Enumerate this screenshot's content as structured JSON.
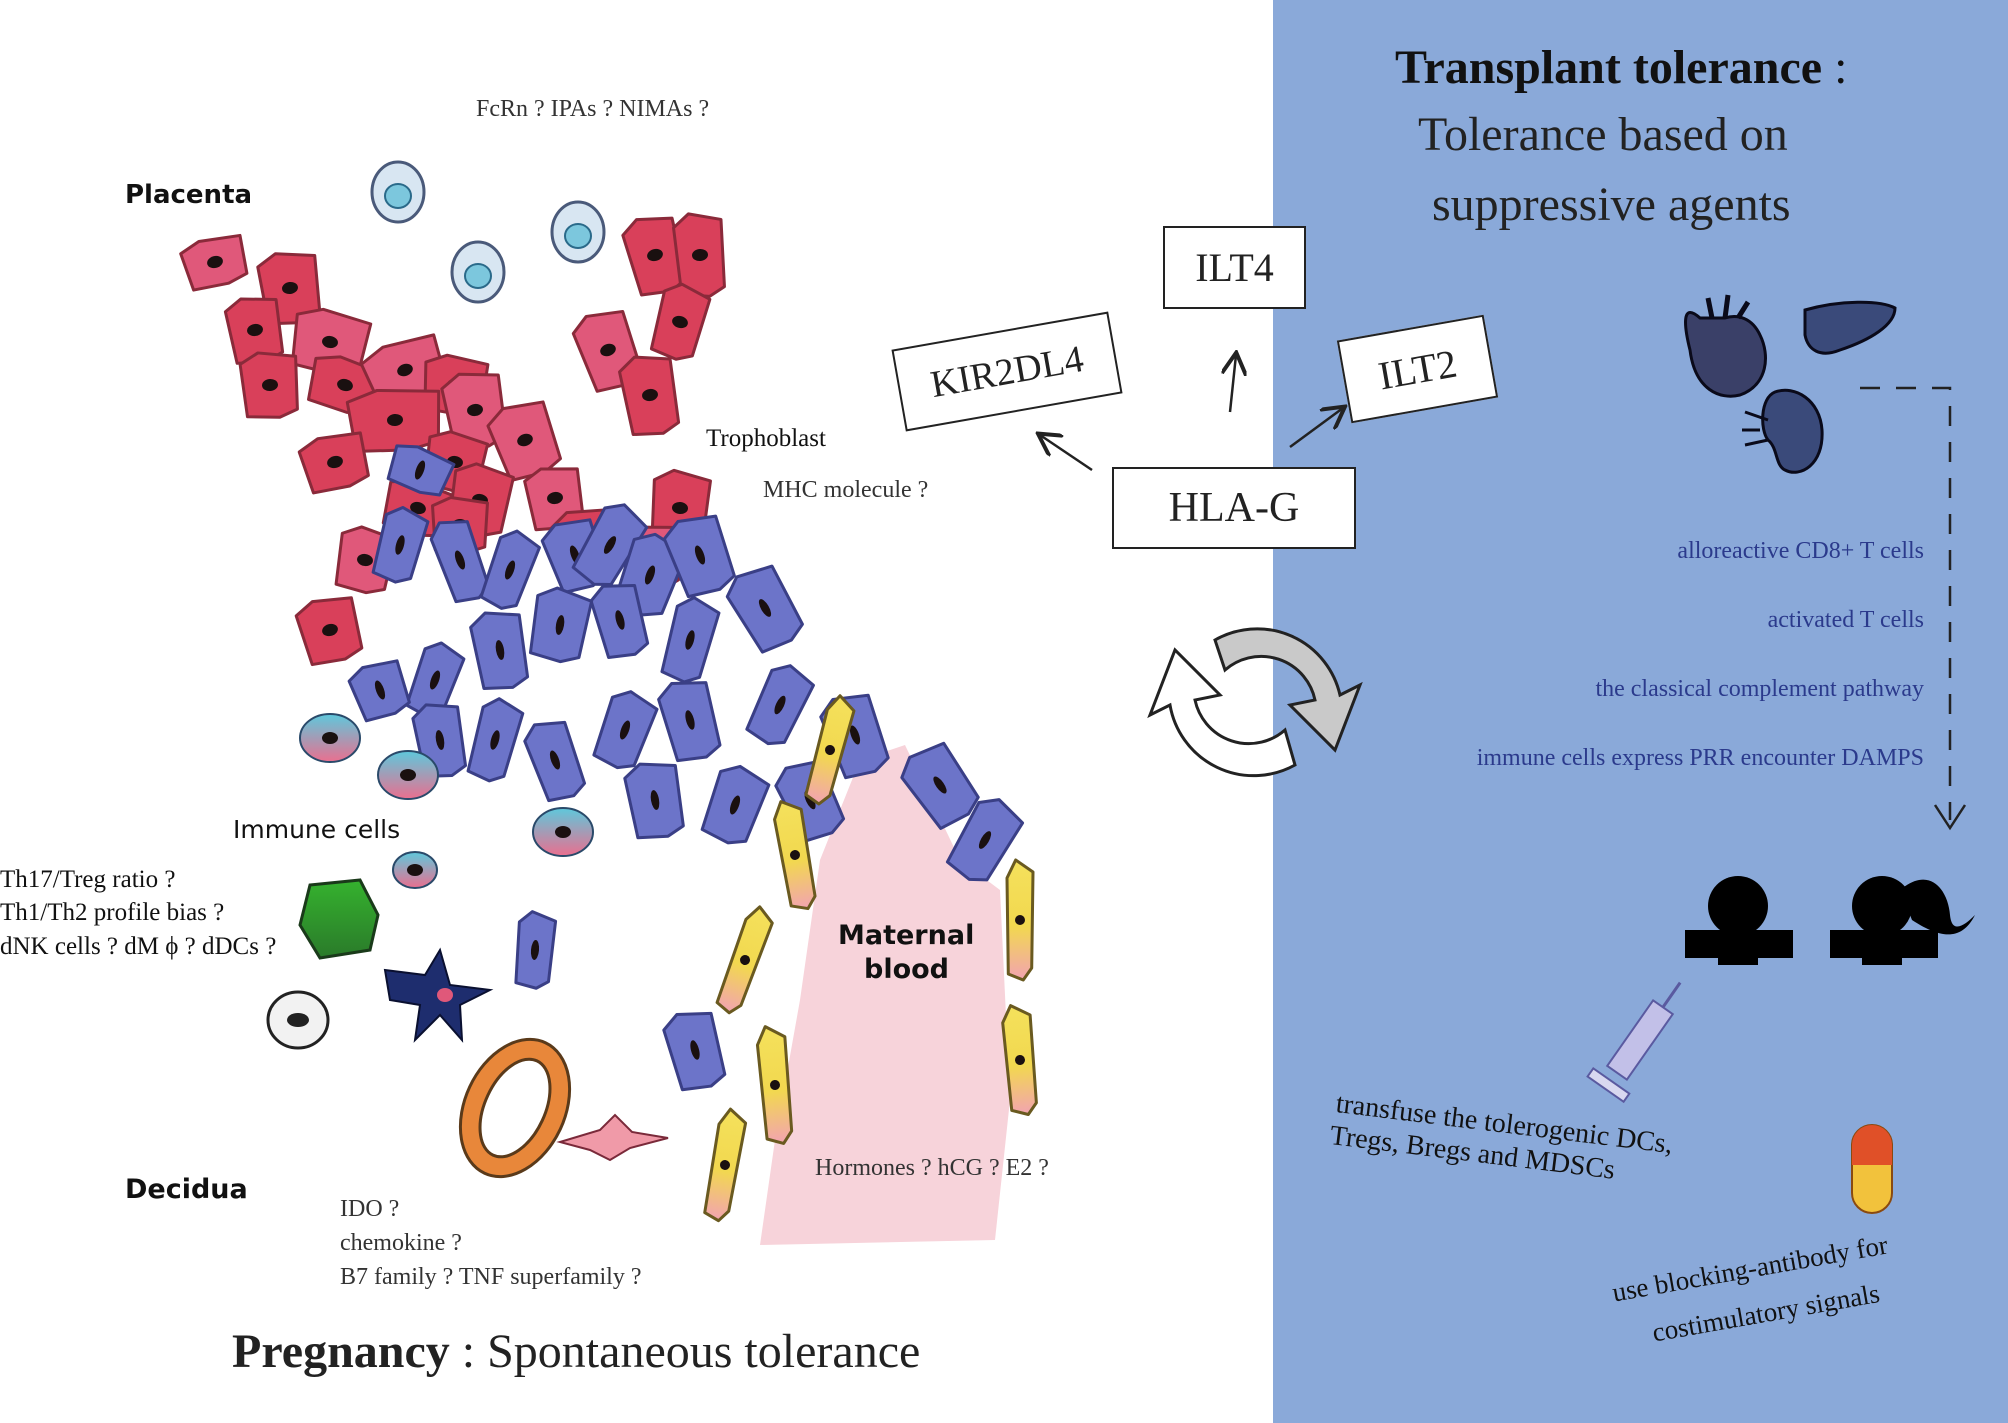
{
  "colors": {
    "right_panel": "#8aa9d9",
    "trophoblast_pink": "#e0587a",
    "trophoblast_red": "#d9405a",
    "cell_blue": "#6c74c9",
    "maternal_blood": "#f7d3da",
    "yellow_cell": "#f2de5a",
    "blue_text": "#2b3a8c"
  },
  "left": {
    "top_question": "FcRn ? IPAs ? NIMAs ?",
    "placenta": "Placenta",
    "trophoblast": "Trophoblast",
    "mhc": "MHC molecule ?",
    "immune_cells": "Immune cells",
    "immune_q": [
      "Th17/Treg ratio ?",
      "Th1/Th2 profile bias ?",
      "dNK cells ? dM ϕ ? dDCs ?"
    ],
    "maternal_blood_1": "Maternal",
    "maternal_blood_2": "blood",
    "hormones": "Hormones ? hCG ? E2 ?",
    "decidua": "Decidua",
    "decidua_q": [
      "IDO ?",
      "chemokine ?",
      "B7 family ? TNF superfamily ?"
    ],
    "title_bold": "Pregnancy",
    "title_rest": " : Spontaneous tolerance"
  },
  "center": {
    "hla_g": "HLA-G",
    "ilt4": "ILT4",
    "ilt2": "ILT2",
    "kir2dl4": "KIR2DL4"
  },
  "right": {
    "title_bold": "Transplant tolerance",
    "title_colon": " :",
    "subtitle_1": "Tolerance based on",
    "subtitle_2": "suppressive agents",
    "items": [
      "alloreactive CD8+ T cells",
      "activated T cells",
      "the classical complement pathway",
      "immune cells express PRR encounter DAMPS"
    ],
    "transfuse": [
      "transfuse the tolerogenic DCs,",
      "Tregs, Bregs and MDSCs"
    ],
    "blocking": [
      "use blocking-antibody for",
      "costimulatory signals"
    ]
  },
  "icons": [
    "heart-icon",
    "liver-icon",
    "kidney-icon",
    "male-person-icon",
    "female-person-icon",
    "syringe-icon",
    "capsule-icon",
    "cycle-arrows-icon"
  ]
}
